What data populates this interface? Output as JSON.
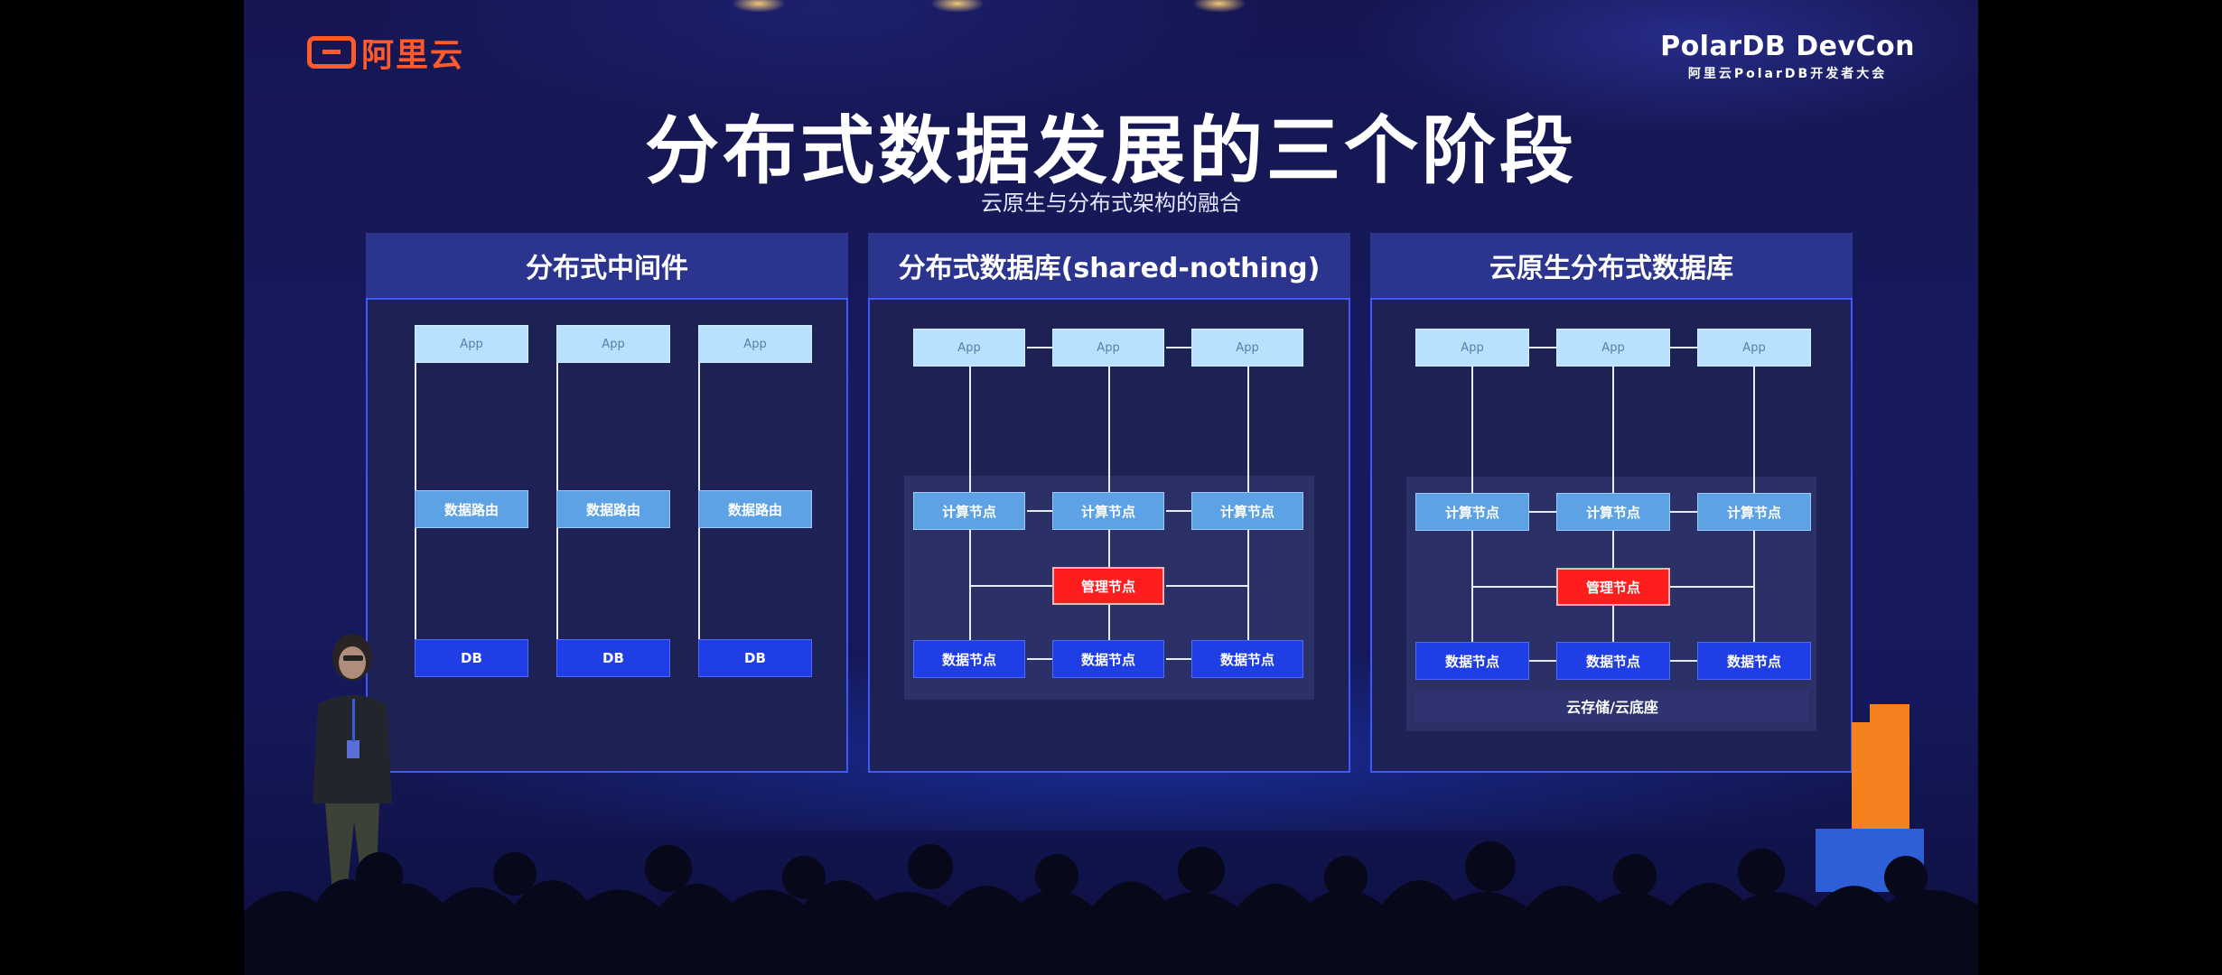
{
  "header": {
    "logo_text": "阿里云",
    "brand_title": "PolarDB DevCon",
    "brand_subtitle": "阿里云PolarDB开发者大会"
  },
  "slide": {
    "title": "分布式数据发展的三个阶段",
    "subtitle": "云原生与分布式架构的融合"
  },
  "panels": [
    {
      "title": "分布式中间件",
      "app_label": "App",
      "route_label": "数据路由",
      "db_label": "DB"
    },
    {
      "title": "分布式数据库(shared-nothing)",
      "app_label": "App",
      "compute_label": "计算节点",
      "manager_label": "管理节点",
      "data_label": "数据节点"
    },
    {
      "title": "云原生分布式数据库",
      "app_label": "App",
      "compute_label": "计算节点",
      "manager_label": "管理节点",
      "data_label": "数据节点",
      "storage_label": "云存储/云底座"
    }
  ],
  "colors": {
    "background": "#171b5d",
    "panel_header": "#2b358e",
    "panel_border": "#3d58ff",
    "app_node": "#b7e1ff",
    "compute_node": "#5ea2e6",
    "data_node": "#1f3ee6",
    "manager_node": "#ff1d1d",
    "brand_orange": "#ff5a2b"
  }
}
